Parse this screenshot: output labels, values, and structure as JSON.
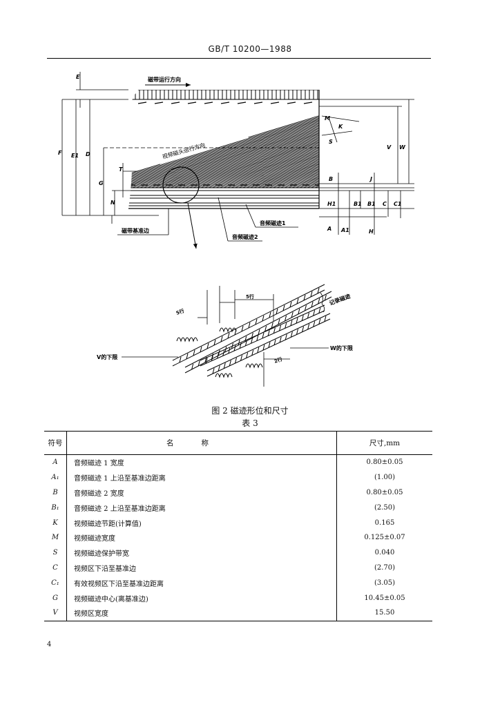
{
  "header": {
    "code": "GB/T  10200—1988"
  },
  "figure": {
    "labels": {
      "tape_direction": "磁带运行方向",
      "head_direction": "视频磁头运行方向",
      "reference_edge": "磁带基准边",
      "audio_track_1": "音频磁迹1",
      "audio_track_2": "音频磁迹2",
      "recorded_track": "记录磁迹",
      "v_lower": "V的下限",
      "w_lower": "W的下限",
      "lines_5a": "5行",
      "lines_5b": "5行",
      "lines_2": "2行"
    },
    "dims_left": [
      "E",
      "F",
      "E1",
      "D",
      "G",
      "T",
      "N"
    ],
    "dims_right_top": [
      "M",
      "K",
      "S",
      "V",
      "W"
    ],
    "dims_right_bottom": [
      "B",
      "J",
      "H1",
      "B1",
      "B1",
      "C",
      "C1",
      "A",
      "A1",
      "H"
    ],
    "caption": "图 2   磁迹形位和尺寸"
  },
  "table": {
    "title": "表 3",
    "headers": {
      "symbol": "符号",
      "name": "名称",
      "dimension": "尺寸,mm"
    },
    "rows": [
      {
        "sym": "A",
        "name": "音频磁迹 1 宽度",
        "dim": "0.80±0.05"
      },
      {
        "sym": "A₁",
        "name": "音频磁迹 1 上沿至基准边距离",
        "dim": "(1.00)"
      },
      {
        "sym": "B",
        "name": "音频磁迹 2 宽度",
        "dim": "0.80±0.05"
      },
      {
        "sym": "B₁",
        "name": "音频磁迹 2 上沿至基准边距离",
        "dim": "(2.50)"
      },
      {
        "sym": "K",
        "name": "视频磁迹节距(计算值)",
        "dim": "0.165"
      },
      {
        "sym": "M",
        "name": "视频磁迹宽度",
        "dim": "0.125±0.07"
      },
      {
        "sym": "S",
        "name": "视频磁迹保护带宽",
        "dim": "0.040"
      },
      {
        "sym": "C",
        "name": "视频区下沿至基准边",
        "dim": "(2.70)"
      },
      {
        "sym": "C₁",
        "name": "有效视频区下沿至基准边距离",
        "dim": "(3.05)"
      },
      {
        "sym": "G",
        "name": "视频磁迹中心(离基准边)",
        "dim": "10.45±0.05"
      },
      {
        "sym": "V",
        "name": "视频区宽度",
        "dim": "15.50"
      }
    ]
  },
  "page_number": "4"
}
